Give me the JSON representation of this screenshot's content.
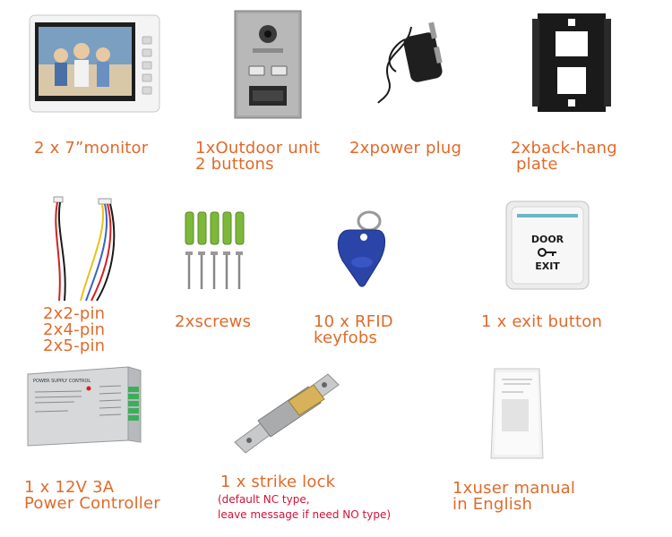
{
  "items": [
    {
      "id": "monitor",
      "lines": [
        "2 x 7”monitor"
      ]
    },
    {
      "id": "outdoor-unit",
      "lines": [
        "1xOutdoor unit",
        "2 buttons"
      ]
    },
    {
      "id": "power-plug",
      "lines": [
        "2xpower plug"
      ]
    },
    {
      "id": "back-hang-plate",
      "lines": [
        "2xback-hang",
        "plate"
      ]
    },
    {
      "id": "pin-cables",
      "lines": [
        "2x2-pin",
        "2x4-pin",
        "2x5-pin"
      ]
    },
    {
      "id": "screws",
      "lines": [
        "2xscrews"
      ]
    },
    {
      "id": "rfid-keyfobs",
      "lines": [
        "10 x RFID",
        "keyfobs"
      ]
    },
    {
      "id": "exit-button",
      "lines": [
        "1 x exit button"
      ]
    },
    {
      "id": "power-controller",
      "lines": [
        "1 x 12V 3A",
        "Power Controller"
      ]
    },
    {
      "id": "strike-lock",
      "lines": [
        "1 x strike lock"
      ],
      "note": [
        "(default NC type,",
        "leave message if need NO type)"
      ]
    },
    {
      "id": "user-manual",
      "lines": [
        "1xuser manual",
        "in English"
      ]
    }
  ],
  "product_text": {
    "exit_button": {
      "top": "DOOR",
      "bottom": "EXIT"
    },
    "power_controller": {
      "heading": "POWER SUPPLY CONTROL"
    }
  },
  "colors": {
    "label": "#e06a2a",
    "note": "#d3123a",
    "monitor_body": "#f4f4f4",
    "outdoor_panel": "#a8a8a8",
    "keyfob": "#2b44a8",
    "wire_red": "#d42020",
    "wire_yellow": "#e8c21a",
    "wire_blue": "#3a63c4",
    "anchor_green": "#7db83a"
  }
}
